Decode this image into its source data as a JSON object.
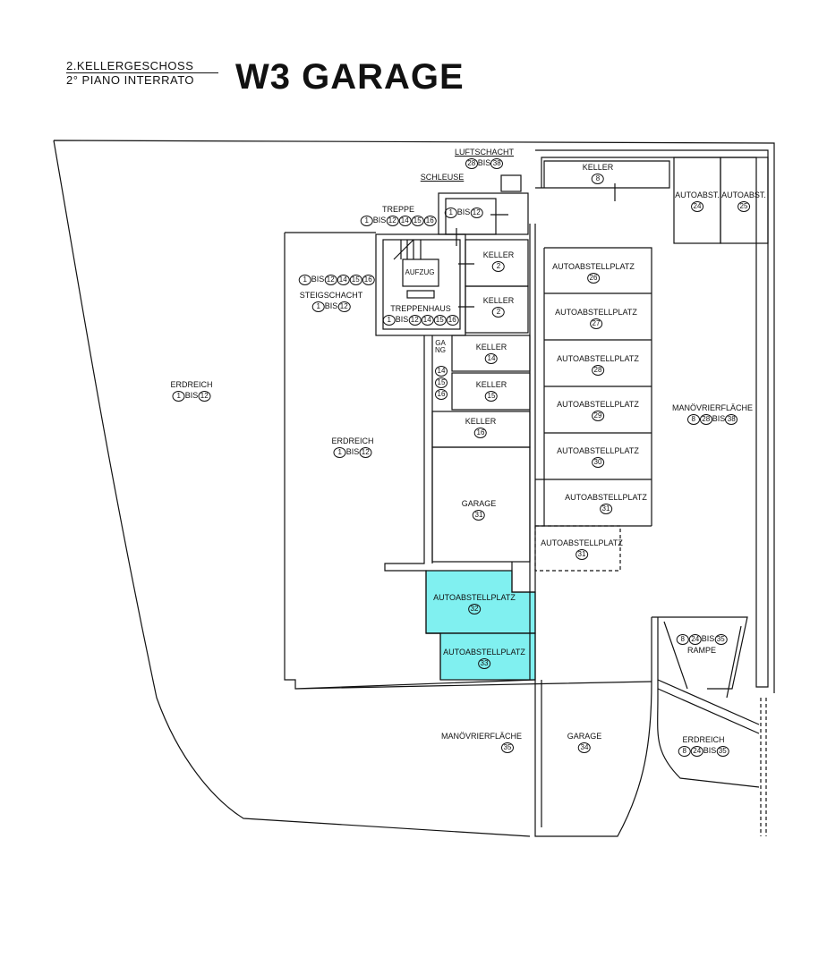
{
  "header": {
    "subtitle_de": "2.KELLERGESCHOSS",
    "subtitle_it": "2° PIANO INTERRATO",
    "title": "W3 GARAGE"
  },
  "colors": {
    "highlight": "#80f0f0",
    "line": "#111111"
  },
  "rooms": {
    "luftschacht": {
      "name": "LUFTSCHACHT",
      "codes": "28 BIS 38"
    },
    "schleuse": {
      "name": "SCHLEUSE",
      "codes": "1 BIS 12"
    },
    "treppe": {
      "name": "TREPPE",
      "codes": "1 BIS 12 14 15 16"
    },
    "aufzug": {
      "name": "AUFZUG",
      "codes": "1 BIS 12 14 15 16"
    },
    "steigschacht": {
      "name": "STEIGSCHACHT",
      "codes": "1 BIS 12"
    },
    "treppenhaus": {
      "name": "TREPPENHAUS",
      "codes": "1 BIS 12 14 15 16"
    },
    "keller2a": {
      "name": "KELLER",
      "codes": "2"
    },
    "keller2b": {
      "name": "KELLER",
      "codes": "2"
    },
    "keller8": {
      "name": "KELLER",
      "codes": "8"
    },
    "autoabst24": {
      "name": "AUTOABST.",
      "codes": "24"
    },
    "autoabst25": {
      "name": "AUTOABST.",
      "codes": "25"
    },
    "gang": {
      "name": "GANG",
      "codes": "14 15 16"
    },
    "keller14": {
      "name": "KELLER",
      "codes": "14"
    },
    "keller15": {
      "name": "KELLER",
      "codes": "15"
    },
    "keller16": {
      "name": "KELLER",
      "codes": "16"
    },
    "garage31": {
      "name": "GARAGE",
      "codes": "31"
    },
    "ap26": {
      "name": "AUTOABSTELLPLATZ",
      "codes": "26"
    },
    "ap27": {
      "name": "AUTOABSTELLPLATZ",
      "codes": "27"
    },
    "ap28": {
      "name": "AUTOABSTELLPLATZ",
      "codes": "28"
    },
    "ap29": {
      "name": "AUTOABSTELLPLATZ",
      "codes": "29"
    },
    "ap30": {
      "name": "AUTOABSTELLPLATZ",
      "codes": "30"
    },
    "ap31a": {
      "name": "AUTOABSTELLPLATZ",
      "codes": "31"
    },
    "ap31b": {
      "name": "AUTOABSTELLPLATZ",
      "codes": "31"
    },
    "ap32": {
      "name": "AUTOABSTELLPLATZ",
      "codes": "32"
    },
    "ap33": {
      "name": "AUTOABSTELLPLATZ",
      "codes": "33"
    },
    "erdreich_left": {
      "name": "ERDREICH",
      "codes": "1 BIS 12"
    },
    "erdreich_mid": {
      "name": "ERDREICH",
      "codes": "1 BIS 12"
    },
    "manoever_right": {
      "name": "MANÖVRIERFLÄCHE",
      "codes": "8 28 BIS 38"
    },
    "rampe": {
      "name": "RAMPE",
      "codes": "8 24 BIS 35"
    },
    "erdreich_right": {
      "name": "ERDREICH",
      "codes": "8 24 BIS 35"
    },
    "manoever_bottom": {
      "name": "MANÖVRIERFLÄCHE",
      "codes": "35"
    },
    "garage34": {
      "name": "GARAGE",
      "codes": "34"
    }
  }
}
